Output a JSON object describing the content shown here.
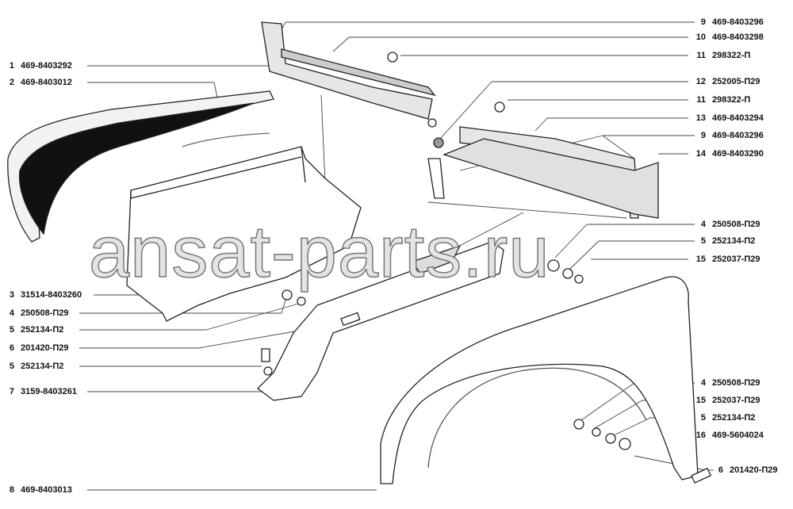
{
  "watermark": "ansat-parts.ru",
  "left_callouts": [
    {
      "num": "1",
      "part": "469-8403292"
    },
    {
      "num": "2",
      "part": "469-8403012"
    },
    {
      "num": "3",
      "part": "31514-8403260"
    },
    {
      "num": "4",
      "part": "250508-П29"
    },
    {
      "num": "5",
      "part": "252134-П2"
    },
    {
      "num": "6",
      "part": "201420-П29"
    },
    {
      "num": "5",
      "part": "252134-П2"
    },
    {
      "num": "7",
      "part": "3159-8403261"
    },
    {
      "num": "8",
      "part": "469-8403013"
    }
  ],
  "right_callouts": [
    {
      "num": "9",
      "part": "469-8403296"
    },
    {
      "num": "10",
      "part": "469-8403298"
    },
    {
      "num": "11",
      "part": "298322-П"
    },
    {
      "num": "12",
      "part": "252005-П29"
    },
    {
      "num": "11",
      "part": "298322-П"
    },
    {
      "num": "13",
      "part": "469-8403294"
    },
    {
      "num": "9",
      "part": "469-8403296"
    },
    {
      "num": "14",
      "part": "469-8403290"
    },
    {
      "num": "4",
      "part": "250508-П29"
    },
    {
      "num": "5",
      "part": "252134-П2"
    },
    {
      "num": "15",
      "part": "252037-П29"
    },
    {
      "num": "4",
      "part": "250508-П29"
    },
    {
      "num": "15",
      "part": "252037-П29"
    },
    {
      "num": "5",
      "part": "252134-П2"
    },
    {
      "num": "16",
      "part": "469-5604024"
    },
    {
      "num": "6",
      "part": "201420-П29"
    }
  ]
}
